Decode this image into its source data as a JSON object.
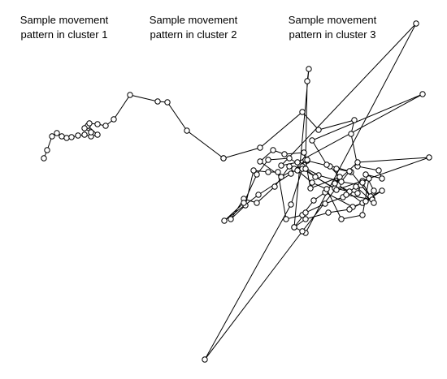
{
  "chart_data": {
    "type": "line",
    "marker": "open-circle",
    "axes_visible": false,
    "grid": false,
    "legend": "none",
    "colors": {
      "line": "#000000",
      "marker_fill": "#ffffff",
      "background": "#ffffff"
    },
    "titles": [
      {
        "line1": "Sample movement",
        "line2": "pattern in cluster 1"
      },
      {
        "line1": "Sample movement",
        "line2": "pattern in cluster 2"
      },
      {
        "line1": "Sample movement",
        "line2": "pattern in cluster 3"
      }
    ],
    "series": [
      {
        "x": [
          54,
          58,
          64,
          70,
          76,
          82,
          88,
          96,
          104,
          112,
          120,
          108,
          112,
          104,
          110,
          120,
          130,
          140,
          160,
          194,
          206,
          230,
          275
        ],
        "y": [
          195,
          185,
          168,
          164,
          168,
          170,
          169,
          167,
          166,
          168,
          166,
          155,
          163,
          158,
          152,
          153,
          155,
          147,
          117,
          125,
          126,
          161,
          195
        ]
      },
      {
        "x": [
          275,
          320,
          372,
          392,
          436,
          432,
          440,
          466,
          470,
          450,
          460,
          446,
          416,
          414,
          432,
          458,
          434,
          400,
          386,
          372,
          352,
          342,
          330,
          312,
          302,
          284,
          300,
          316,
          338,
          356,
          362,
          378,
          406,
          418,
          382,
          374,
          350,
          336,
          320,
          346,
          370,
          392,
          420,
          444,
          456,
          470,
          450,
          430,
          404,
          376,
          362,
          376,
          400,
          422,
          446,
          440,
          412,
          388,
          372,
          356,
          330,
          316,
          300,
          276,
          318,
          358,
          376
        ],
        "y": [
          195,
          182,
          138,
          160,
          148,
          165,
          205,
          210,
          220,
          215,
          235,
          250,
          228,
          208,
          212,
          245,
          255,
          237,
          247,
          265,
          270,
          212,
          212,
          210,
          253,
          270,
          245,
          250,
          230,
          205,
          208,
          198,
          205,
          218,
          232,
          188,
          190,
          185,
          199,
          218,
          204,
          216,
          224,
          228,
          242,
          235,
          248,
          258,
          262,
          270,
          280,
          262,
          251,
          243,
          223,
          238,
          232,
          218,
          205,
          195,
          197,
          215,
          250,
          272,
          240,
          214,
          197
        ]
      },
      {
        "x": [
          376,
          378,
          380,
          362,
          376,
          512,
          346,
          366,
          520,
          384,
          402,
          430,
          372,
          252,
          358,
          372,
          414,
          528,
          440,
          412,
          430,
          426,
          458,
          446,
          460,
          438,
          454,
          446,
          420,
          402,
          384,
          366,
          376,
          378
        ],
        "y": [
          197,
          100,
          85,
          280,
          287,
          29,
          204,
          200,
          116,
          173,
          203,
          211,
          285,
          443,
          252,
          208,
          234,
          194,
          200,
          226,
          236,
          240,
          246,
          225,
          250,
          230,
          220,
          265,
          270,
          233,
          225,
          210,
          208,
          197
        ]
      }
    ]
  }
}
